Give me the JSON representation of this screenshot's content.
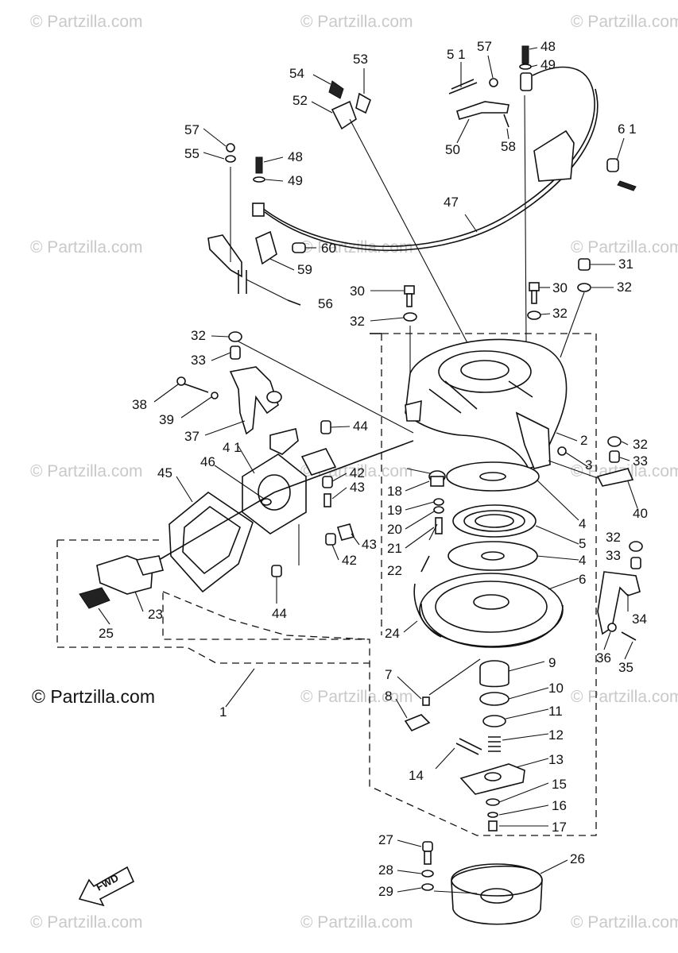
{
  "watermark": "© Partzilla.com",
  "copyright": "© Partzilla.com",
  "fwd_label": "FWD",
  "labels": {
    "p1": "1",
    "p2": "2",
    "p3": "3",
    "p4a": "4",
    "p4b": "4",
    "p5": "5",
    "p6": "6",
    "p7": "7",
    "p8": "8",
    "p9": "9",
    "p10": "10",
    "p11": "11",
    "p12": "12",
    "p13": "13",
    "p14": "14",
    "p15": "15",
    "p16": "16",
    "p17": "17",
    "p18": "18",
    "p19": "19",
    "p20": "20",
    "p21": "21",
    "p22": "22",
    "p23": "23",
    "p24": "24",
    "p25": "25",
    "p26": "26",
    "p27": "27",
    "p28": "28",
    "p29": "29",
    "p30a": "30",
    "p30b": "30",
    "p31": "31",
    "p32a": "32",
    "p32b": "32",
    "p32c": "32",
    "p32d": "32",
    "p32e": "32",
    "p32f": "32",
    "p33a": "33",
    "p33b": "33",
    "p33c": "33",
    "p34": "34",
    "p35": "35",
    "p36": "36",
    "p37": "37",
    "p38": "38",
    "p39": "39",
    "p40": "40",
    "p41": "4 1",
    "p42a": "42",
    "p42b": "42",
    "p43a": "43",
    "p43b": "43",
    "p44a": "44",
    "p44b": "44",
    "p45": "45",
    "p46": "46",
    "p47": "47",
    "p48a": "48",
    "p48b": "48",
    "p49a": "49",
    "p49b": "49",
    "p50": "50",
    "p51": "5 1",
    "p52": "52",
    "p53": "53",
    "p54": "54",
    "p55": "55",
    "p56": "56",
    "p57a": "57",
    "p57b": "57",
    "p58": "58",
    "p59": "59",
    "p60": "60",
    "p61": "6 1"
  }
}
